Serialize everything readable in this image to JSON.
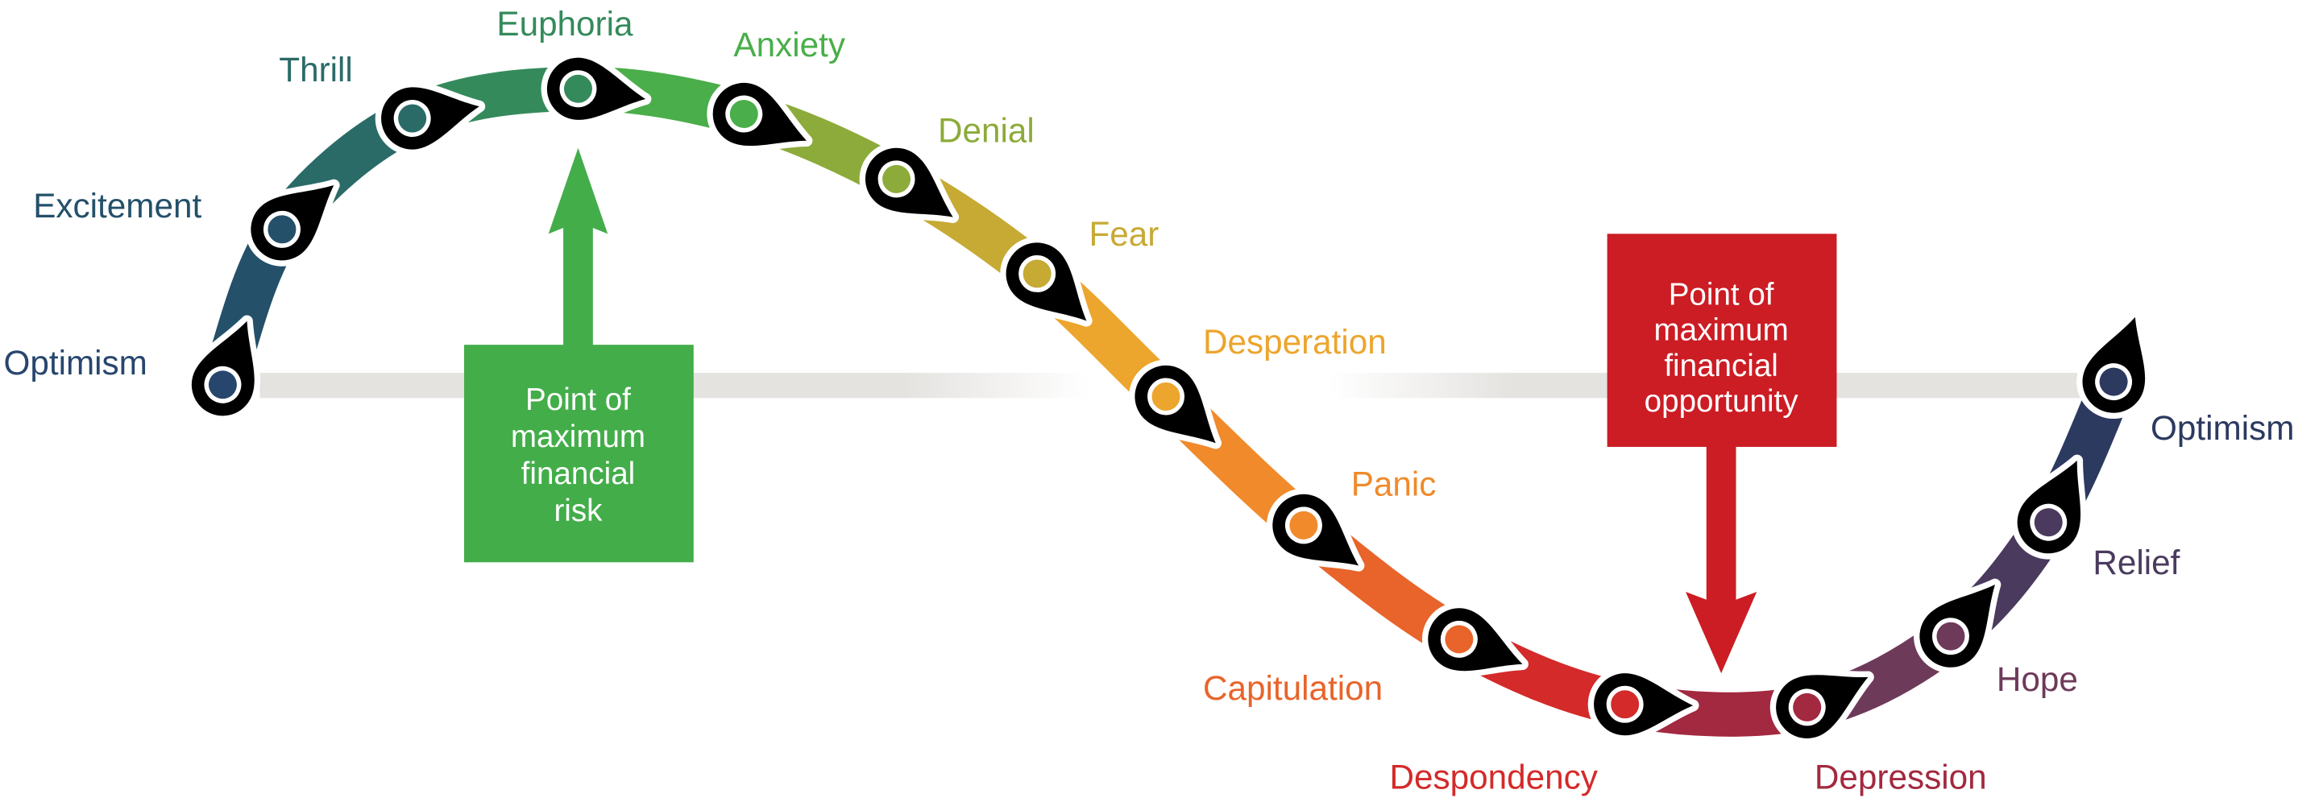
{
  "title": "Cycle of market emotions",
  "stages": [
    {
      "label": "Optimism",
      "color": "#27466e"
    },
    {
      "label": "Excitement",
      "color": "#24506a"
    },
    {
      "label": "Thrill",
      "color": "#2a6b68"
    },
    {
      "label": "Euphoria",
      "color": "#358a5c"
    },
    {
      "label": "Anxiety",
      "color": "#4aae4a"
    },
    {
      "label": "Denial",
      "color": "#8cab3a"
    },
    {
      "label": "Fear",
      "color": "#c6aa34"
    },
    {
      "label": "Desperation",
      "color": "#eca52d"
    },
    {
      "label": "Panic",
      "color": "#f08a2b"
    },
    {
      "label": "Capitulation",
      "color": "#e8642a"
    },
    {
      "label": "Despondency",
      "color": "#d42a2a"
    },
    {
      "label": "Depression",
      "color": "#a2293f"
    },
    {
      "label": "Hope",
      "color": "#6e3a5a"
    },
    {
      "label": "Relief",
      "color": "#4a3b5e"
    },
    {
      "label": "Optimism",
      "color": "#2c3a60"
    }
  ],
  "risk_box": {
    "lines": [
      "Point of",
      "maximum",
      "financial",
      "risk"
    ],
    "color": "#43ad4a"
  },
  "opportunity_box": {
    "lines": [
      "Point of",
      "maximum",
      "financial",
      "opportunity"
    ],
    "color": "#cc1c24"
  },
  "baseline_color": "#e5e3e0"
}
